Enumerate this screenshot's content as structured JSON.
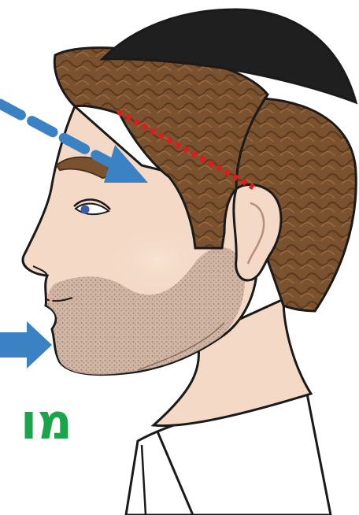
{
  "illustration": {
    "subject": "head-profile",
    "label_text": "מו",
    "colors": {
      "skin": "#f4d9c6",
      "skin_shadow": "#e9bfa9",
      "beard_stubble": "#b89a86",
      "hair": "#7a5230",
      "hair_dark": "#4e331c",
      "kippah": "#1f1f1f",
      "outline": "#1a1a1a",
      "shirt": "#ffffff",
      "arrow": "#3b82c4",
      "dotted_line": "#e11b1b",
      "label": "#1aa54a",
      "eye": "#3a5fa8"
    },
    "icons": [
      "dashed-arrow-icon",
      "solid-arrow-icon",
      "dotted-red-line"
    ]
  }
}
